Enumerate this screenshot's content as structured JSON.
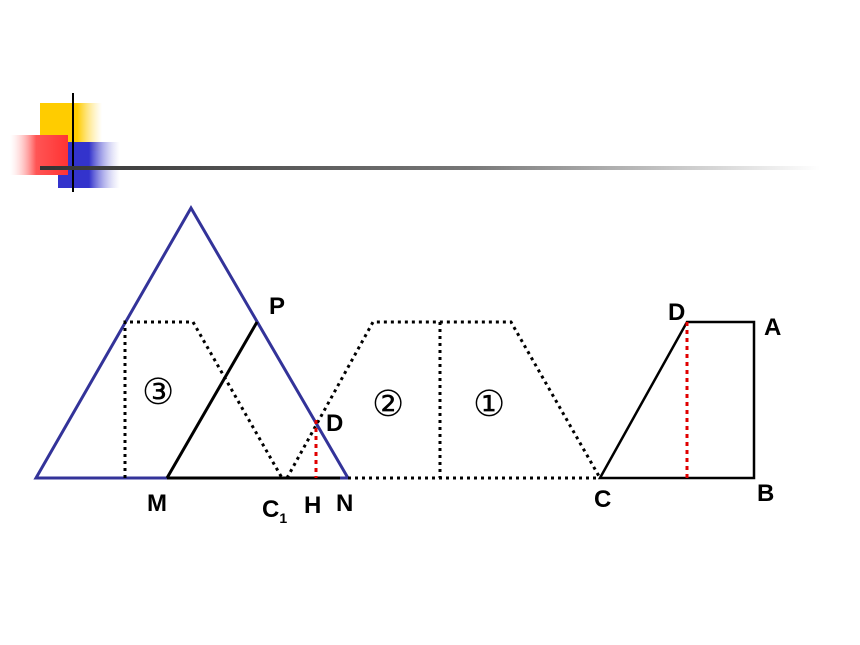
{
  "colors": {
    "background": "#ffffff",
    "triangle": "#333399",
    "line": "#000000",
    "dotted": "#000000",
    "height_marker": "#e00000",
    "deco_yellow": "#ffcc00",
    "deco_blue": "#3333cc",
    "deco_red": "#ff3333"
  },
  "labels": {
    "P": "P",
    "D_left": "D",
    "M": "M",
    "C1_base": "C",
    "C1_sub": "1",
    "H": "H",
    "N": "N",
    "D_right": "D",
    "A": "A",
    "C": "C",
    "B": "B"
  },
  "regions": {
    "one": "①",
    "two": "②",
    "three": "③"
  }
}
